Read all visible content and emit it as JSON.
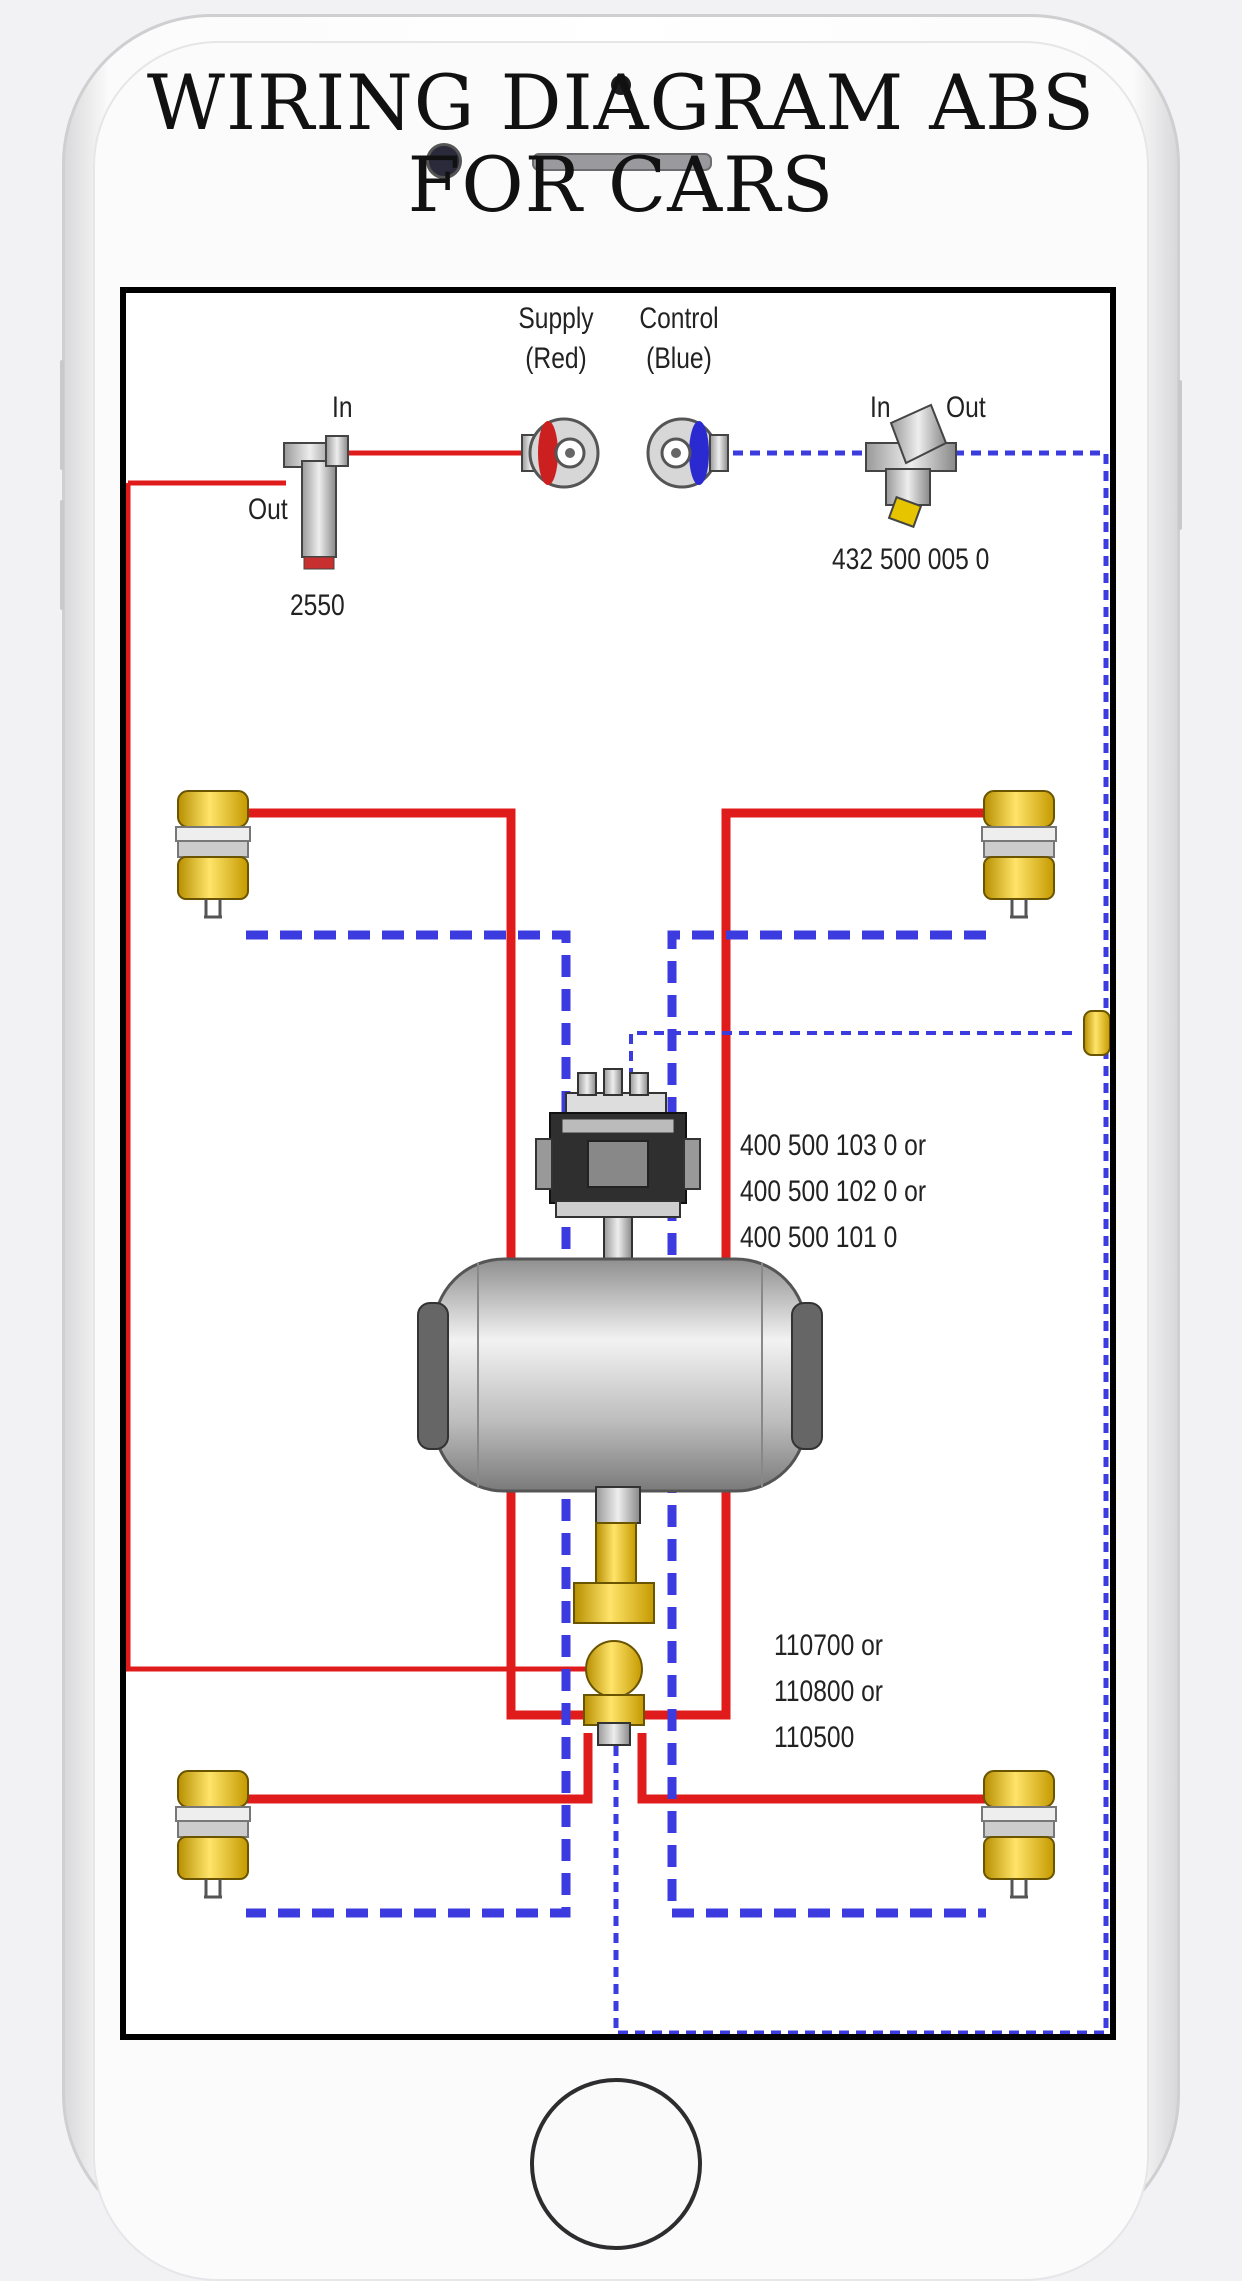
{
  "title": "WIRING DIAGRAM ABS FOR CARS",
  "diagram": {
    "supply_label": "Supply\n(Red)",
    "control_label": "Control\n(Blue)",
    "left_valve_in": "In",
    "left_valve_out": "Out",
    "left_valve_part": "2550",
    "right_valve_in": "In",
    "right_valve_out": "Out",
    "right_valve_part": "432 500 005 0",
    "modulator_parts": "400 500 103 0 or\n400 500 102 0 or\n400 500 101 0",
    "relay_parts": "110700 or\n110800 or\n110500"
  },
  "colors": {
    "supply_line": "#e01b1b",
    "control_line": "#3b3be0",
    "chamber": "#f2c200"
  }
}
